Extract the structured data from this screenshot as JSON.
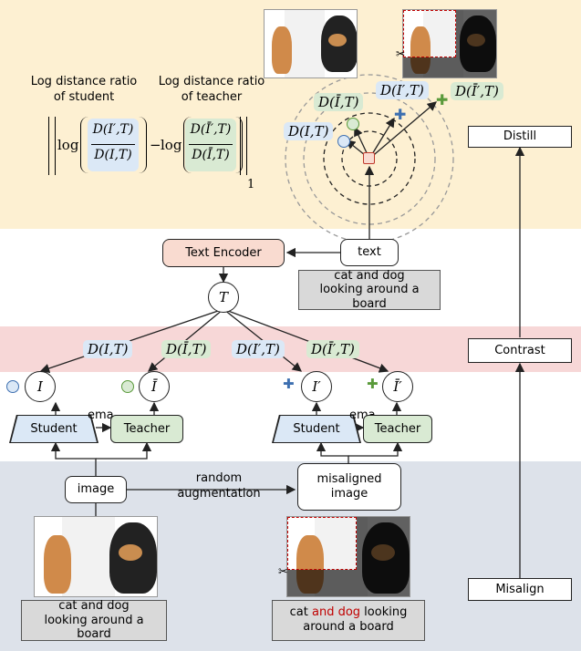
{
  "left_formula": {
    "student_caption": "Log distance ratio of student",
    "teacher_caption": "Log distance ratio of teacher",
    "log1": "log",
    "log2": "log",
    "minus": "−",
    "num1": "D(I′,T)",
    "den1": "D(I,T)",
    "num2": "D(Ī′,T)",
    "den2": "D(Ī,T)",
    "subscript": "1"
  },
  "embedding_space": {
    "labels": {
      "student_orig": "D(I,T)",
      "teacher_orig": "D(Ī,T)",
      "student_aug": "D(I′,T)",
      "teacher_aug": "D(Ī′,T)"
    }
  },
  "pipeline": {
    "text_encoder": "Text Encoder",
    "text": "text",
    "caption": "cat and dog looking around a board",
    "T_node": "T",
    "dist_labels": [
      "D(I,T)",
      "D(Ī,T)",
      "D(I′,T)",
      "D(Ī′,T)"
    ],
    "nodes": [
      "I",
      "Ī",
      "I′",
      "Ī′"
    ],
    "student": "Student",
    "teacher": "Teacher",
    "ema": "ema",
    "image": "image",
    "augmentation": "random\naugmentation",
    "misaligned_image": "misaligned\nimage"
  },
  "bottom": {
    "caption_left": "cat and dog looking around a board",
    "caption_right_pre": "cat ",
    "caption_right_red": "and dog",
    "caption_right_post": " looking around a board"
  },
  "stages": {
    "distill": "Distill",
    "contrast": "Contrast",
    "misalign": "Misalign"
  },
  "colors": {
    "top_band": "#fdf0d2",
    "mid_band": "#f7d7d7",
    "bottom_band": "#dde2ea",
    "student_blue": "#dbe8f6",
    "teacher_green": "#d9ead3",
    "highlight_red": "#c00000"
  }
}
